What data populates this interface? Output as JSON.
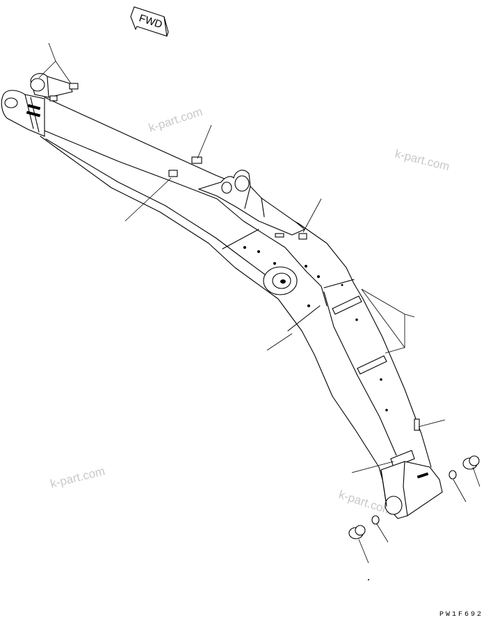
{
  "direction_marker": {
    "label": "FWD"
  },
  "watermarks": [
    "k-part.com",
    "k-part.com",
    "k-part.com",
    "k-part.com"
  ],
  "drawing_code": "PW1F692",
  "icons": {
    "direction_marker": "arrow-icon"
  }
}
